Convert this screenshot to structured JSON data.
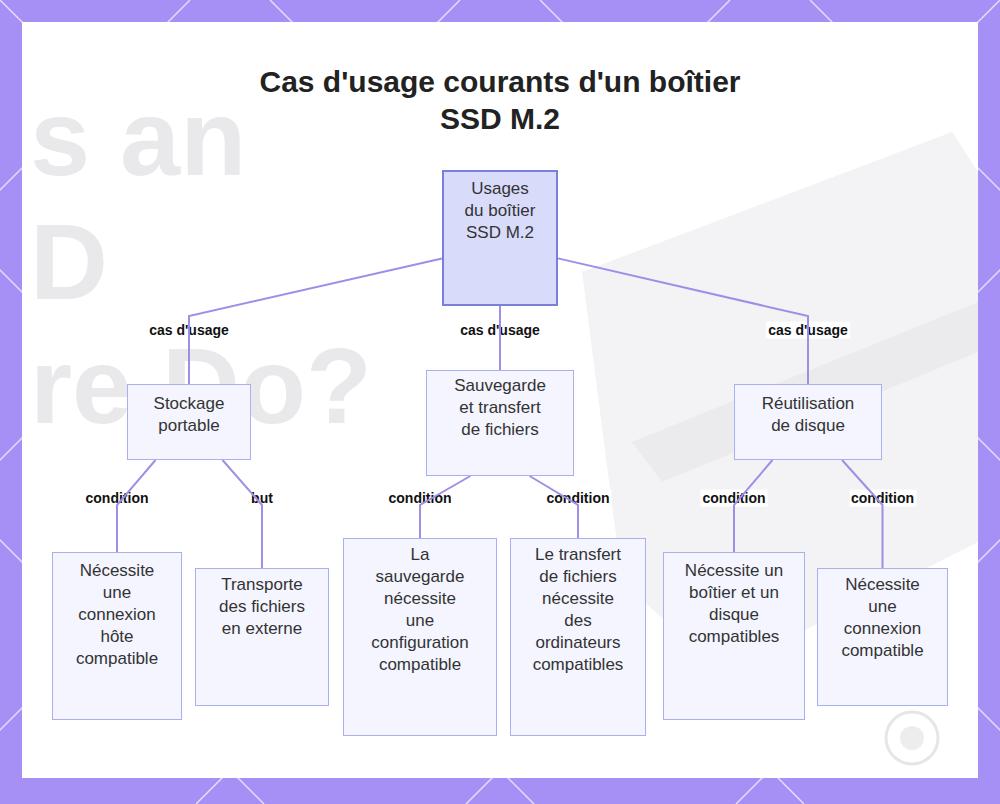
{
  "diagram": {
    "title": "Cas d'usage courants d'un boîtier SSD M.2",
    "nodes": [
      {
        "text": [
          "Usages du boîtier SSD M.2"
        ]
      },
      {
        "text": [
          "Stockage portable"
        ]
      },
      {
        "text": [
          "Sauvegarde et transfert de fichiers"
        ]
      },
      {
        "text": [
          "Réutilisation de disque"
        ]
      },
      {
        "text": [
          "Nécessite une connexion hôte compatible"
        ]
      },
      {
        "text": [
          "Transporte des fichiers en externe"
        ]
      },
      {
        "text": [
          "La sauvegarde nécessite une configuration compatible"
        ]
      },
      {
        "text": [
          "Le transfert de fichiers nécessite des ordinateurs compatibles"
        ]
      },
      {
        "text": [
          "Nécessite un boîtier et un disque compatibles"
        ]
      },
      {
        "text": [
          "Nécessite une connexion compatible"
        ]
      }
    ],
    "edges": [
      {
        "from": 0,
        "to": 1,
        "label": "cas d'usage",
        "arrow": "none"
      },
      {
        "from": 0,
        "to": 2,
        "label": "cas d'usage",
        "arrow": "none"
      },
      {
        "from": 0,
        "to": 3,
        "label": "cas d'usage",
        "arrow": "none"
      },
      {
        "from": 1,
        "to": 4,
        "label": "condition",
        "arrow": "none"
      },
      {
        "from": 1,
        "to": 5,
        "label": "but",
        "arrow": "none"
      },
      {
        "from": 2,
        "to": 6,
        "label": "condition",
        "arrow": "none"
      },
      {
        "from": 2,
        "to": 7,
        "label": "condition",
        "arrow": "none"
      },
      {
        "from": 3,
        "to": 8,
        "label": "condition",
        "arrow": "none"
      },
      {
        "from": 3,
        "to": 9,
        "label": "condition",
        "arrow": "none"
      }
    ],
    "labels": [
      "s an",
      "D",
      "re Do?"
    ]
  }
}
